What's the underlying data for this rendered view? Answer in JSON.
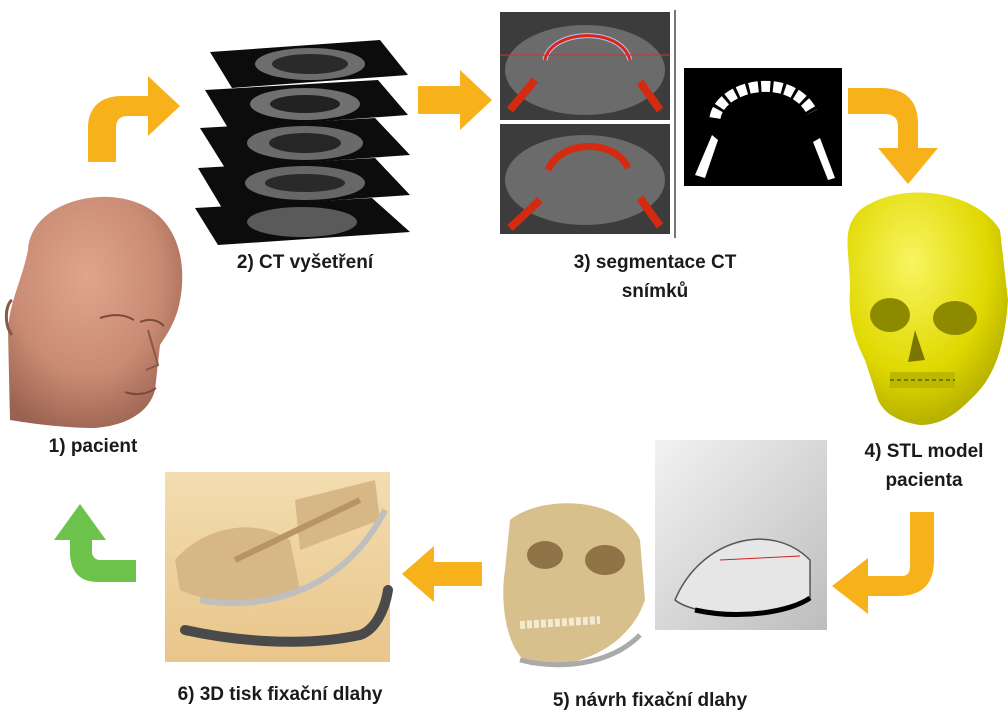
{
  "steps": [
    {
      "label_lines": [
        "1) pacient"
      ]
    },
    {
      "label_lines": [
        "2) CT vyšetření"
      ]
    },
    {
      "label_lines": [
        "3) segmentace CT",
        "snímků"
      ]
    },
    {
      "label_lines": [
        "4) STL model",
        "pacienta"
      ]
    },
    {
      "label_lines": [
        "5) návrh fixační dlahy"
      ]
    },
    {
      "label_lines": [
        "6) 3D tisk fixační dlahy"
      ]
    }
  ],
  "colors": {
    "arrow_orange": "#f7b21b",
    "arrow_green": "#6cc24a",
    "skin": "#c98b73",
    "skull_yellow": "#e8e400",
    "bone_tan": "#d8c08c",
    "segmentation_red": "#d42a10"
  }
}
